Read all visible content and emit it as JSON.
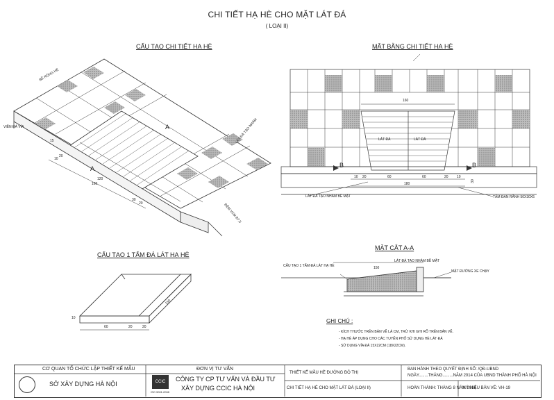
{
  "title": "CHI TIẾT HẠ HÈ CHO MẶT LÁT ĐÁ",
  "subtitle": "( LOẠI II)",
  "sections": {
    "detail": "CẤU TẠO CHI TIẾT HẠ HÈ",
    "plan": "MẶT BẰNG CHI TIẾT HẠ HÈ",
    "slab": "CẤU TẠO 1 TẤM ĐÁ LÁT HẠ HÈ",
    "section_aa": "MẶT CẮT A-A"
  },
  "iso_labels": {
    "be_rong_he": "BỀ RỘNG HÈ",
    "vien_da_via": "VIỀN ĐÁ VỈA",
    "lat_da_tao_nham": "LÁT ĐÁ TẠO NHÁM",
    "dem_vxm": "ĐỆM VXM B7,5",
    "label_a": "A",
    "dims": [
      "15",
      "20",
      "10",
      "120",
      "160",
      "30",
      "20"
    ]
  },
  "plan_labels": {
    "dim_top": "160",
    "lat_da_1": "LÁT ĐÁ",
    "lat_da_2": "LÁT ĐÁ",
    "label_b": "B",
    "dims_bottom": [
      "10",
      "20",
      "60",
      "60",
      "20",
      "10"
    ],
    "dim_total": "180",
    "dim_side": "30",
    "bottom_left": "LÁT ĐÁ TẠO NHÁM BỀ MẶT",
    "bottom_right": "TẤM ĐAN RÃNH 50X30X5"
  },
  "slab_dims": [
    "10",
    "60",
    "20",
    "20",
    "150"
  ],
  "section_labels": {
    "left": "CẤU TẠO 1 TẤM ĐÁ LÁT HẠ HÈ",
    "mid": "LÁT ĐÁ TẠO NHÁM BỀ MẶT",
    "right": "MẶT ĐƯỜNG XE CHẠY",
    "dim": "150"
  },
  "notes": {
    "heading": "GHI CHÚ :",
    "items": [
      "- KÍCH THƯỚC TRÊN BẢN VẼ LÀ CM, TRỪ KHI GHI RÕ TRÊN BẢN VẼ.",
      "- HẠ HÈ ÁP DỤNG CHO CÁC TUYẾN PHỐ SỬ DỤNG HÈ LÁT ĐÁ",
      "- SỬ DỤNG VỈA ĐÁ 15X22CM (18X22CM)."
    ]
  },
  "title_block": {
    "agency_label": "CƠ QUAN TỔ CHỨC LẬP THIẾT KẾ MẪU",
    "agency_name": "SỞ XÂY DỰNG HÀ NỘI",
    "consult_label": "ĐƠN VỊ TƯ VẤN",
    "consult_name_1": "CÔNG TY CP TƯ VẤN VÀ ĐẦU TƯ",
    "consult_name_2": "XÂY DỰNG CCIC HÀ NỘI",
    "iso_text": "ISO 9001:2008",
    "ccic_logo": "CCIC",
    "design_title": "THIẾT KẾ MẪU HÈ ĐƯỜNG ĐÔ THỊ",
    "drawing_name": "CHI TIẾT HẠ HÈ CHO MẶT LÁT ĐÁ (LOẠI II)",
    "issued_1": "BAN HÀNH THEO QUYẾT ĐỊNH SỐ:           /QĐ-UBND",
    "issued_2": "NGÀY........THÁNG.........NĂM 2014 CỦA UBND THÀNH PHỐ HÀ NỘI",
    "completed": "HOÀN THÀNH: THÁNG 8 NĂM 2014",
    "sheet": "KÝ HIỆU BẢN VẼ:  VH-19"
  }
}
